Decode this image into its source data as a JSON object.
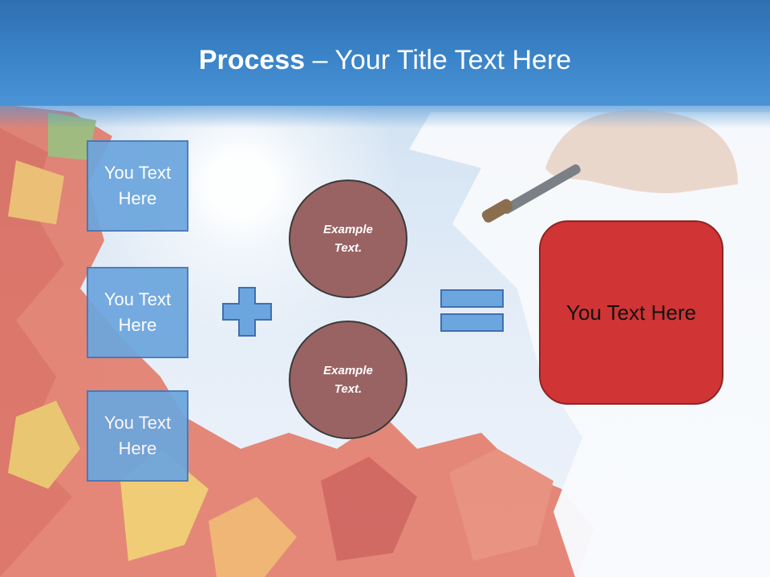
{
  "title": {
    "bold": "Process",
    "rest": " – Your Title Text Here"
  },
  "text_boxes": [
    "You Text Here",
    "You Text Here",
    "You Text Here"
  ],
  "circles": [
    "Example Text.",
    "Example Text."
  ],
  "result": "You Text Here",
  "colors": {
    "header": "#3b84c9",
    "box_fill": "#6ca6de",
    "box_border": "#4577b6",
    "circle_fill": "#9a6363",
    "result_fill": "#d03434"
  }
}
